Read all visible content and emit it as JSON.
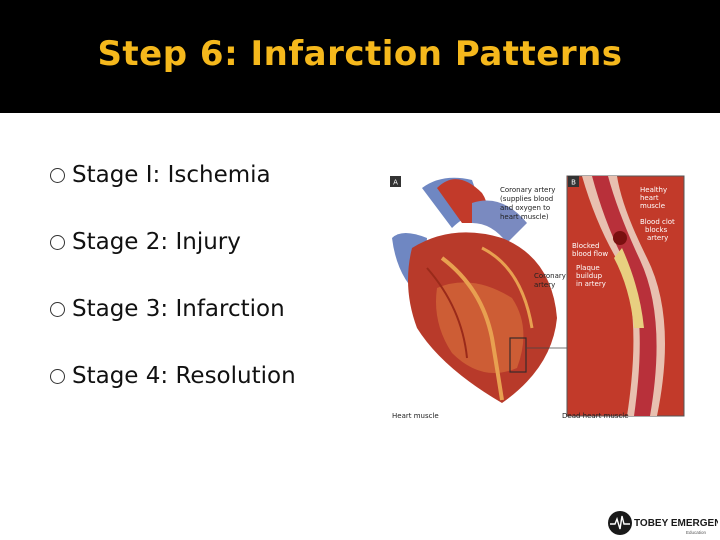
{
  "slide": {
    "title": "Step 6: Infarction Patterns",
    "bullets": [
      "Stage I: Ischemia",
      "Stage 2: Injury",
      "Stage 3: Infarction",
      "Stage 4: Resolution"
    ]
  },
  "illustration": {
    "panel_a_letter": "A",
    "panel_b_letter": "B",
    "coronary_artery_desc_1": "Coronary artery",
    "coronary_artery_desc_2": "(supplies blood",
    "coronary_artery_desc_3": "and oxygen to",
    "coronary_artery_desc_4": "heart muscle)",
    "coronary_artery_1": "Coronary",
    "coronary_artery_2": "artery",
    "heart_muscle": "Heart muscle",
    "healthy_1": "Healthy",
    "healthy_2": "heart",
    "healthy_3": "muscle",
    "clot_1": "Blood clot",
    "clot_2": "blocks",
    "clot_3": "artery",
    "blocked_1": "Blocked",
    "blocked_2": "blood flow",
    "plaque_1": "Plaque",
    "plaque_2": "buildup",
    "plaque_3": "in artery",
    "dead_muscle": "Dead heart muscle"
  },
  "logo": {
    "name": "TOBEY EMERGENCY",
    "tagline": "Education"
  },
  "colors": {
    "title": "#f5b81c",
    "title_bar": "#000000",
    "heart_red": "#c23a2a",
    "vessel_blue": "#6f87c2"
  }
}
